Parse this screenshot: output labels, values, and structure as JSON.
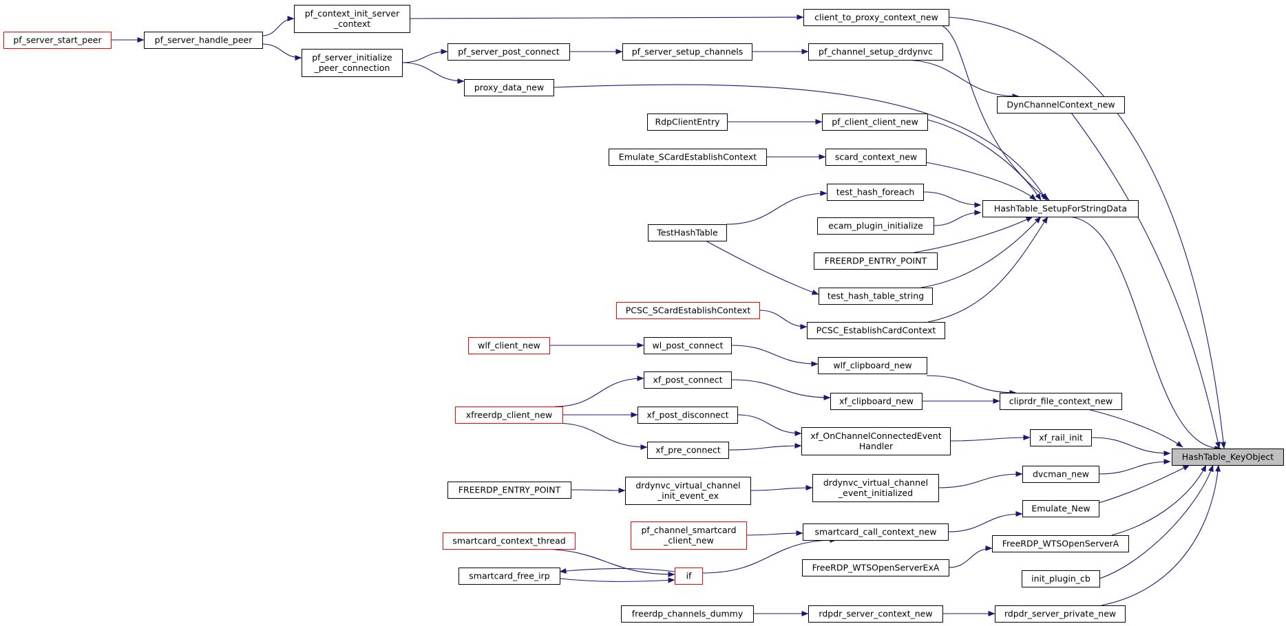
{
  "diagram": {
    "type": "call-graph",
    "colors": {
      "edge": "#191970",
      "node_border": "#000000",
      "truncated_border": "#ff0000",
      "root_fill": "#bfbfbf"
    },
    "nodes": {
      "hashtable_keyobject": {
        "lines": [
          "HashTable_KeyObject"
        ]
      },
      "hashtable_setup": {
        "lines": [
          "HashTable_SetupForStringData"
        ]
      },
      "client_to_proxy_context_new": {
        "lines": [
          "client_to_proxy_context_new"
        ]
      },
      "dynchannelcontext_new": {
        "lines": [
          "DynChannelContext_new"
        ]
      },
      "pf_channel_setup_drdynvc": {
        "lines": [
          "pf_channel_setup_drdynvc"
        ]
      },
      "pf_server_setup_channels": {
        "lines": [
          "pf_server_setup_channels"
        ]
      },
      "pf_server_post_connect": {
        "lines": [
          "pf_server_post_connect"
        ]
      },
      "pf_server_initialize_peer_connection": {
        "lines": [
          "pf_server_initialize",
          "_peer_connection"
        ]
      },
      "pf_context_init_server_context": {
        "lines": [
          "pf_context_init_server",
          "_context"
        ]
      },
      "pf_server_handle_peer": {
        "lines": [
          "pf_server_handle_peer"
        ]
      },
      "pf_server_start_peer": {
        "lines": [
          "pf_server_start_peer"
        ]
      },
      "proxy_data_new": {
        "lines": [
          "proxy_data_new"
        ]
      },
      "pf_client_client_new": {
        "lines": [
          "pf_client_client_new"
        ]
      },
      "rdpcliententry": {
        "lines": [
          "RdpClientEntry"
        ]
      },
      "scard_context_new": {
        "lines": [
          "scard_context_new"
        ]
      },
      "emulate_scardestablishcontext": {
        "lines": [
          "Emulate_SCardEstablishContext"
        ]
      },
      "test_hash_foreach": {
        "lines": [
          "test_hash_foreach"
        ]
      },
      "testhashtable": {
        "lines": [
          "TestHashTable"
        ]
      },
      "ecam_plugin_initialize": {
        "lines": [
          "ecam_plugin_initialize"
        ]
      },
      "freerdp_entry_point_1": {
        "lines": [
          "FREERDP_ENTRY_POINT"
        ]
      },
      "test_hash_table_string": {
        "lines": [
          "test_hash_table_string"
        ]
      },
      "pcsc_establishcardcontext": {
        "lines": [
          "PCSC_EstablishCardContext"
        ]
      },
      "pcsc_scardestablishcontext": {
        "lines": [
          "PCSC_SCardEstablishContext"
        ]
      },
      "cliprdr_file_context_new": {
        "lines": [
          "cliprdr_file_context_new"
        ]
      },
      "wlf_clipboard_new": {
        "lines": [
          "wlf_clipboard_new"
        ]
      },
      "wl_post_connect": {
        "lines": [
          "wl_post_connect"
        ]
      },
      "wlf_client_new": {
        "lines": [
          "wlf_client_new"
        ]
      },
      "xf_clipboard_new": {
        "lines": [
          "xf_clipboard_new"
        ]
      },
      "xf_post_connect": {
        "lines": [
          "xf_post_connect"
        ]
      },
      "xfreerdp_client_new": {
        "lines": [
          "xfreerdp_client_new"
        ]
      },
      "xf_post_disconnect": {
        "lines": [
          "xf_post_disconnect"
        ]
      },
      "xf_rail_init": {
        "lines": [
          "xf_rail_init"
        ]
      },
      "xf_onchannelconnectedeventhandler": {
        "lines": [
          "xf_OnChannelConnectedEvent",
          "Handler"
        ]
      },
      "xf_pre_connect": {
        "lines": [
          "xf_pre_connect"
        ]
      },
      "dvcman_new": {
        "lines": [
          "dvcman_new"
        ]
      },
      "drdynvc_virtual_channel_event_initialized": {
        "lines": [
          "drdynvc_virtual_channel",
          "_event_initialized"
        ]
      },
      "drdynvc_virtual_channel_init_event_ex": {
        "lines": [
          "drdynvc_virtual_channel",
          "_init_event_ex"
        ]
      },
      "freerdp_entry_point_2": {
        "lines": [
          "FREERDP_ENTRY_POINT"
        ]
      },
      "emulate_new": {
        "lines": [
          "Emulate_New"
        ]
      },
      "smartcard_call_context_new": {
        "lines": [
          "smartcard_call_context_new"
        ]
      },
      "pf_channel_smartcard_client_new": {
        "lines": [
          "pf_channel_smartcard",
          "_client_new"
        ]
      },
      "if_node": {
        "lines": [
          "if"
        ]
      },
      "smartcard_context_thread": {
        "lines": [
          "smartcard_context_thread"
        ]
      },
      "smartcard_free_irp": {
        "lines": [
          "smartcard_free_irp"
        ]
      },
      "freerdp_wtsopenservera": {
        "lines": [
          "FreeRDP_WTSOpenServerA"
        ]
      },
      "freerdp_wtsopenserverexa": {
        "lines": [
          "FreeRDP_WTSOpenServerExA"
        ]
      },
      "init_plugin_cb": {
        "lines": [
          "init_plugin_cb"
        ]
      },
      "rdpdr_server_private_new": {
        "lines": [
          "rdpdr_server_private_new"
        ]
      },
      "rdpdr_server_context_new": {
        "lines": [
          "rdpdr_server_context_new"
        ]
      },
      "freerdp_channels_dummy": {
        "lines": [
          "freerdp_channels_dummy"
        ]
      }
    },
    "edges": [
      [
        "hashtable_setup",
        "hashtable_keyobject"
      ],
      [
        "client_to_proxy_context_new",
        "hashtable_keyobject"
      ],
      [
        "dynchannelcontext_new",
        "hashtable_keyobject"
      ],
      [
        "cliprdr_file_context_new",
        "hashtable_keyobject"
      ],
      [
        "xf_rail_init",
        "hashtable_keyobject"
      ],
      [
        "dvcman_new",
        "hashtable_keyobject"
      ],
      [
        "emulate_new",
        "hashtable_keyobject"
      ],
      [
        "freerdp_wtsopenservera",
        "hashtable_keyobject"
      ],
      [
        "init_plugin_cb",
        "hashtable_keyobject"
      ],
      [
        "rdpdr_server_private_new",
        "hashtable_keyobject"
      ],
      [
        "client_to_proxy_context_new",
        "hashtable_setup"
      ],
      [
        "proxy_data_new",
        "hashtable_setup"
      ],
      [
        "pf_client_client_new",
        "hashtable_setup"
      ],
      [
        "scard_context_new",
        "hashtable_setup"
      ],
      [
        "test_hash_foreach",
        "hashtable_setup"
      ],
      [
        "ecam_plugin_initialize",
        "hashtable_setup"
      ],
      [
        "freerdp_entry_point_1",
        "hashtable_setup"
      ],
      [
        "test_hash_table_string",
        "hashtable_setup"
      ],
      [
        "pcsc_establishcardcontext",
        "hashtable_setup"
      ],
      [
        "pf_context_init_server_context",
        "client_to_proxy_context_new"
      ],
      [
        "pf_server_handle_peer",
        "pf_context_init_server_context"
      ],
      [
        "pf_server_start_peer",
        "pf_server_handle_peer"
      ],
      [
        "pf_server_handle_peer",
        "pf_server_initialize_peer_connection"
      ],
      [
        "pf_server_initialize_peer_connection",
        "pf_server_post_connect"
      ],
      [
        "pf_server_initialize_peer_connection",
        "proxy_data_new"
      ],
      [
        "pf_server_post_connect",
        "pf_server_setup_channels"
      ],
      [
        "pf_server_setup_channels",
        "pf_channel_setup_drdynvc"
      ],
      [
        "pf_channel_setup_drdynvc",
        "dynchannelcontext_new"
      ],
      [
        "rdpcliententry",
        "pf_client_client_new"
      ],
      [
        "emulate_scardestablishcontext",
        "scard_context_new"
      ],
      [
        "testhashtable",
        "test_hash_foreach"
      ],
      [
        "testhashtable",
        "test_hash_table_string"
      ],
      [
        "pcsc_scardestablishcontext",
        "pcsc_establishcardcontext"
      ],
      [
        "wlf_clipboard_new",
        "cliprdr_file_context_new"
      ],
      [
        "xf_clipboard_new",
        "cliprdr_file_context_new"
      ],
      [
        "wl_post_connect",
        "wlf_clipboard_new"
      ],
      [
        "wlf_client_new",
        "wl_post_connect"
      ],
      [
        "xf_post_connect",
        "xf_clipboard_new"
      ],
      [
        "xfreerdp_client_new",
        "xf_post_connect"
      ],
      [
        "xfreerdp_client_new",
        "xf_post_disconnect"
      ],
      [
        "xfreerdp_client_new",
        "xf_pre_connect"
      ],
      [
        "xf_onchannelconnectedeventhandler",
        "xf_rail_init"
      ],
      [
        "xf_post_disconnect",
        "xf_onchannelconnectedeventhandler"
      ],
      [
        "xf_pre_connect",
        "xf_onchannelconnectedeventhandler"
      ],
      [
        "drdynvc_virtual_channel_event_initialized",
        "dvcman_new"
      ],
      [
        "drdynvc_virtual_channel_init_event_ex",
        "drdynvc_virtual_channel_event_initialized"
      ],
      [
        "freerdp_entry_point_2",
        "drdynvc_virtual_channel_init_event_ex"
      ],
      [
        "smartcard_call_context_new",
        "emulate_new"
      ],
      [
        "pf_channel_smartcard_client_new",
        "smartcard_call_context_new"
      ],
      [
        "if_node",
        "smartcard_call_context_new"
      ],
      [
        "smartcard_context_thread",
        "if_node"
      ],
      [
        "smartcard_free_irp",
        "if_node"
      ],
      [
        "if_node",
        "smartcard_free_irp"
      ],
      [
        "freerdp_wtsopenserverexa",
        "freerdp_wtsopenservera"
      ],
      [
        "rdpdr_server_context_new",
        "rdpdr_server_private_new"
      ],
      [
        "freerdp_channels_dummy",
        "rdpdr_server_context_new"
      ]
    ]
  }
}
